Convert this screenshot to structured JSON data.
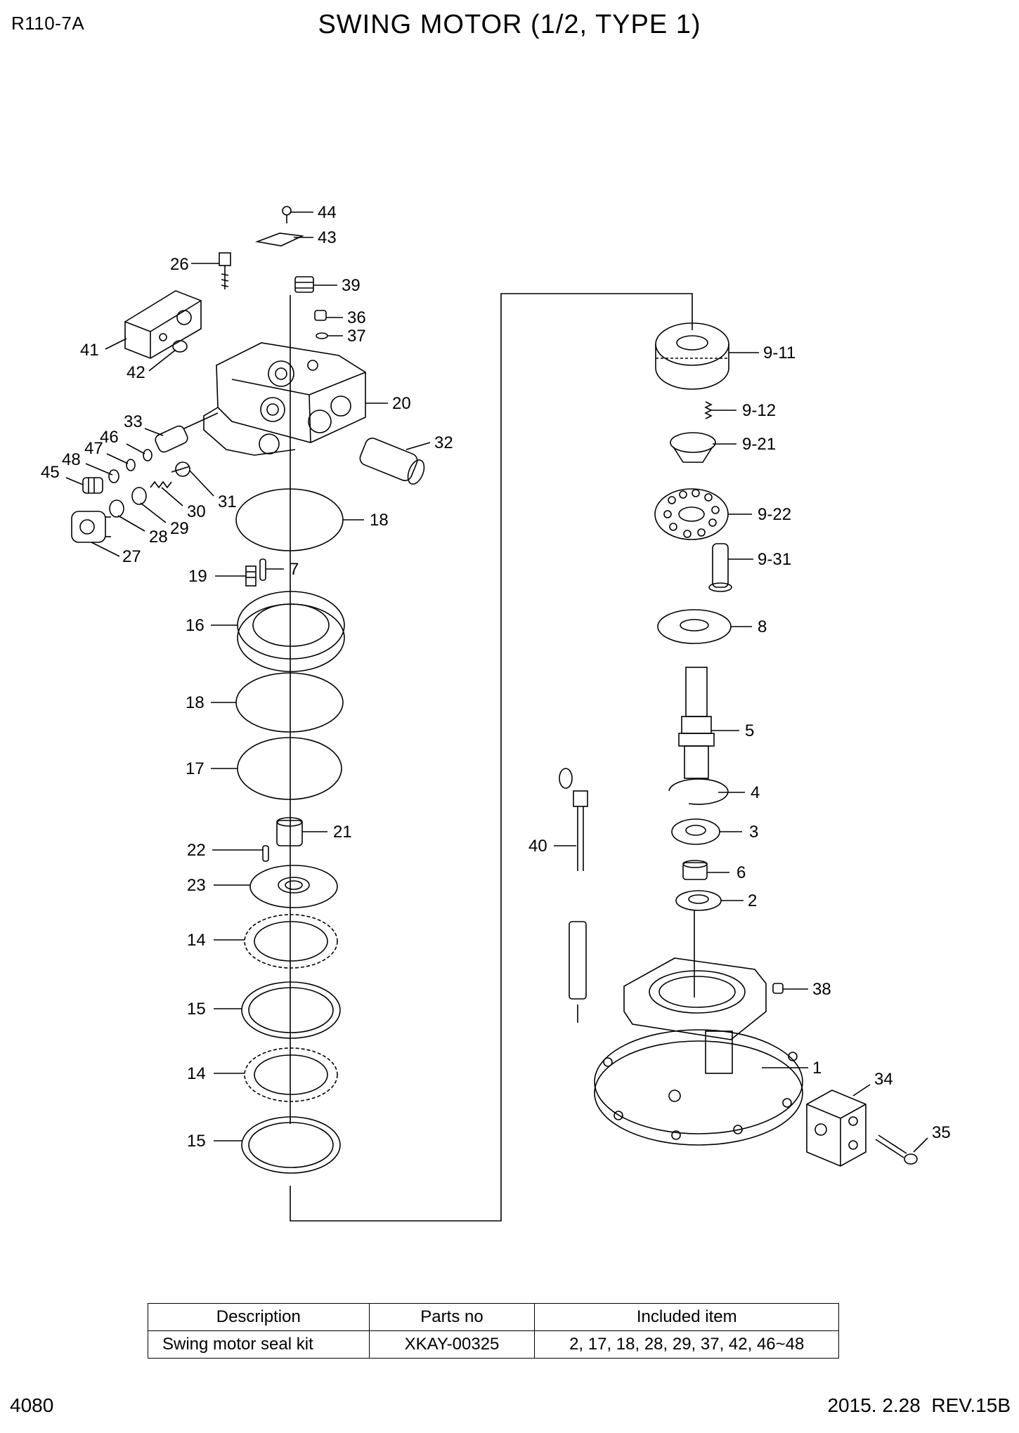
{
  "header": {
    "model": "R110-7A",
    "title": "SWING MOTOR (1/2, TYPE 1)"
  },
  "callouts": [
    "44",
    "43",
    "26",
    "39",
    "36",
    "37",
    "41",
    "42",
    "20",
    "33",
    "46",
    "47",
    "48",
    "45",
    "32",
    "31",
    "30",
    "29",
    "28",
    "27",
    "18",
    "19",
    "7",
    "16",
    "18",
    "17",
    "21",
    "22",
    "23",
    "14",
    "15",
    "14",
    "15",
    "9-11",
    "9-12",
    "9-21",
    "9-22",
    "9-31",
    "8",
    "5",
    "4",
    "40",
    "3",
    "6",
    "2",
    "38",
    "1",
    "34",
    "35"
  ],
  "kit_table": {
    "headers": [
      "Description",
      "Parts no",
      "Included item"
    ],
    "rows": [
      [
        "Swing motor seal kit",
        "XKAY-00325",
        "2, 17, 18, 28, 29, 37, 42, 46~48"
      ]
    ]
  },
  "footer": {
    "page": "4080",
    "revision": "2015. 2.28  REV.15B"
  }
}
